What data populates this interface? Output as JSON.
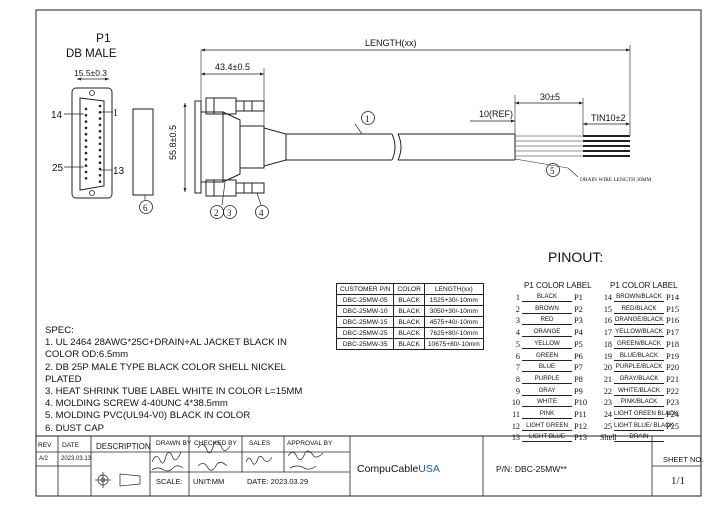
{
  "connector": {
    "title": "P1",
    "subtitle": "DB MALE",
    "width_dim": "15.5±0.3",
    "pin_top_left": "14",
    "pin_top_right": "1",
    "pin_bottom_left": "25",
    "pin_bottom_right": "13",
    "height_dim": "55.8±0.5"
  },
  "dimensions": {
    "length": "LENGTH(xx)",
    "overmold": "43.4±0.5",
    "strip": "30±5",
    "ref": "10(REF)",
    "tin": "TIN10±2",
    "drain_note": "DRAIN WIRE LENGTH 30MM"
  },
  "callouts": [
    "1",
    "2",
    "3",
    "4",
    "5",
    "6"
  ],
  "pinout_title": "PINOUT:",
  "pinout_header_left": "P1  COLOR  LABEL",
  "pinout_header_right": "P1  COLOR  LABEL",
  "pinout_left": [
    {
      "n": "1",
      "color": "BLACK",
      "pin": "P1"
    },
    {
      "n": "2",
      "color": "BROWN",
      "pin": "P2"
    },
    {
      "n": "3",
      "color": "RED",
      "pin": "P3"
    },
    {
      "n": "4",
      "color": "ORANGE",
      "pin": "P4"
    },
    {
      "n": "5",
      "color": "YELLOW",
      "pin": "P5"
    },
    {
      "n": "6",
      "color": "GREEN",
      "pin": "P6"
    },
    {
      "n": "7",
      "color": "BLUE",
      "pin": "P7"
    },
    {
      "n": "8",
      "color": "PURPLE",
      "pin": "P8"
    },
    {
      "n": "9",
      "color": "GRAY",
      "pin": "P9"
    },
    {
      "n": "10",
      "color": "WHITE",
      "pin": "P10"
    },
    {
      "n": "11",
      "color": "PINK",
      "pin": "P11"
    },
    {
      "n": "12",
      "color": "LIGHT GREEN",
      "pin": "P12"
    },
    {
      "n": "13",
      "color": "LIGHT BLUE",
      "pin": "P13"
    }
  ],
  "pinout_right": [
    {
      "n": "14",
      "color": "BROWN/BLACK",
      "pin": "P14"
    },
    {
      "n": "15",
      "color": "RED/BLACK",
      "pin": "P15"
    },
    {
      "n": "16",
      "color": "ORANGE/BLACK",
      "pin": "P16"
    },
    {
      "n": "17",
      "color": "YELLOW/BLACK",
      "pin": "P17"
    },
    {
      "n": "18",
      "color": "GREEN/BLACK",
      "pin": "P18"
    },
    {
      "n": "19",
      "color": "BLUE/BLACK",
      "pin": "P19"
    },
    {
      "n": "20",
      "color": "PURPLE/BLACK",
      "pin": "P20"
    },
    {
      "n": "21",
      "color": "GRAY/BLACK",
      "pin": "P21"
    },
    {
      "n": "22",
      "color": "WHITE/BLACK",
      "pin": "P22"
    },
    {
      "n": "23",
      "color": "PINK/BLACK",
      "pin": "P23"
    },
    {
      "n": "24",
      "color": "LIGHT GREEN BLACK",
      "pin": "P24"
    },
    {
      "n": "25",
      "color": "LIGHT BLUE/ BLACK",
      "pin": "P25"
    },
    {
      "n": "Shell",
      "color": "DRAIN",
      "pin": ""
    }
  ],
  "customer_table": {
    "headers": [
      "CUSTOMER P/N",
      "COLOR",
      "LENGTH(xx)"
    ],
    "rows": [
      [
        "DBC-25MW-05",
        "BLACK",
        "1525+30/-10mm"
      ],
      [
        "DBC-25MW-10",
        "BLACK",
        "3050+30/-10mm"
      ],
      [
        "DBC-25MW-15",
        "BLACK",
        "4575+40/-10mm"
      ],
      [
        "DBC-25MW-25",
        "BLACK",
        "7625+80/-10mm"
      ],
      [
        "DBC-25MW-35",
        "BLACK",
        "10675+80/-10mm"
      ]
    ]
  },
  "spec": {
    "title": "SPEC:",
    "lines": [
      "1. UL 2464  28AWG*25C+DRAIN+AL  JACKET BLACK IN",
      "COLOR  OD:6.5mm",
      "2. DB 25P MALE TYPE BLACK COLOR SHELL NICKEL",
      "PLATED",
      "3. HEAT SHRINK TUBE LABEL WHITE IN COLOR L=15MM",
      "4. MOLDING SCREW 4-40UNC 4*38.5mm",
      "5. MOLDING PVC(UL94-V0) BLACK IN COLOR",
      "6. DUST CAP"
    ]
  },
  "title_block": {
    "rev_label": "REV",
    "date_label": "DATE",
    "description_label": "DESCRIPTION",
    "drawn_label": "DRAWN BY",
    "checked_label": "CHECKED BY",
    "sales_label": "SALES",
    "approval_label": "APPROVAL BY",
    "rev": "A/2",
    "date": "2023.03.13",
    "scale": "SCALE:",
    "unit": "UNIT:MM",
    "sales_date": "DATE:  2023.03.29",
    "company": "CompuCable",
    "company_suffix": "USA",
    "pn": "P/N: DBC-25MW**",
    "sheet_label": "SHEET NO.",
    "sheet": "1/1"
  }
}
